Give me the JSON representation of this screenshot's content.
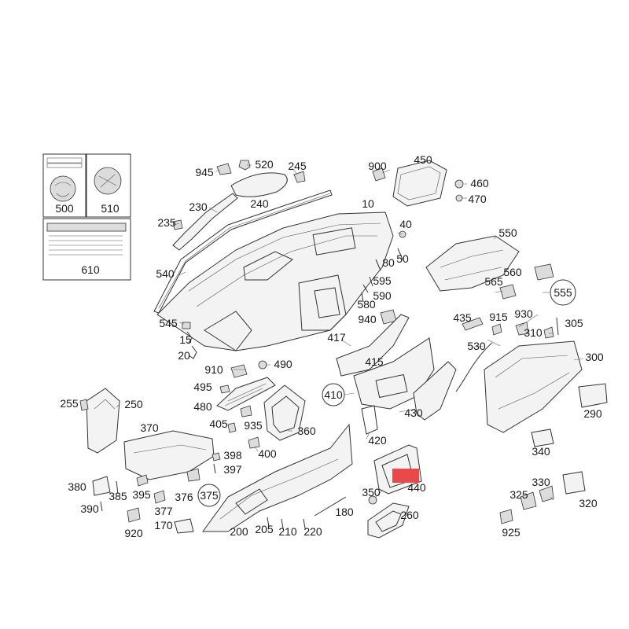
{
  "callouts": [
    {
      "id": "500",
      "text": "500"
    },
    {
      "id": "510",
      "text": "510"
    },
    {
      "id": "610",
      "text": "610"
    },
    {
      "id": "945",
      "text": "945"
    },
    {
      "id": "520",
      "text": "520"
    },
    {
      "id": "245",
      "text": "245"
    },
    {
      "id": "230",
      "text": "230"
    },
    {
      "id": "240",
      "text": "240"
    },
    {
      "id": "235",
      "text": "235"
    },
    {
      "id": "900",
      "text": "900"
    },
    {
      "id": "450",
      "text": "450"
    },
    {
      "id": "460",
      "text": "460"
    },
    {
      "id": "470",
      "text": "470"
    },
    {
      "id": "10",
      "text": "10"
    },
    {
      "id": "40",
      "text": "40"
    },
    {
      "id": "550",
      "text": "550"
    },
    {
      "id": "50",
      "text": "50"
    },
    {
      "id": "540",
      "text": "540"
    },
    {
      "id": "80",
      "text": "80"
    },
    {
      "id": "595",
      "text": "595"
    },
    {
      "id": "560",
      "text": "560"
    },
    {
      "id": "565",
      "text": "565"
    },
    {
      "id": "555",
      "text": "555"
    },
    {
      "id": "590",
      "text": "590"
    },
    {
      "id": "580",
      "text": "580"
    },
    {
      "id": "545",
      "text": "545"
    },
    {
      "id": "940",
      "text": "940"
    },
    {
      "id": "435",
      "text": "435"
    },
    {
      "id": "915",
      "text": "915"
    },
    {
      "id": "930",
      "text": "930"
    },
    {
      "id": "305",
      "text": "305"
    },
    {
      "id": "15",
      "text": "15"
    },
    {
      "id": "417",
      "text": "417"
    },
    {
      "id": "310",
      "text": "310"
    },
    {
      "id": "530",
      "text": "530"
    },
    {
      "id": "20",
      "text": "20"
    },
    {
      "id": "300",
      "text": "300"
    },
    {
      "id": "415",
      "text": "415"
    },
    {
      "id": "910",
      "text": "910"
    },
    {
      "id": "490",
      "text": "490"
    },
    {
      "id": "495",
      "text": "495"
    },
    {
      "id": "410",
      "text": "410"
    },
    {
      "id": "255",
      "text": "255"
    },
    {
      "id": "250",
      "text": "250"
    },
    {
      "id": "480",
      "text": "480"
    },
    {
      "id": "430",
      "text": "430"
    },
    {
      "id": "290",
      "text": "290"
    },
    {
      "id": "405",
      "text": "405"
    },
    {
      "id": "935",
      "text": "935"
    },
    {
      "id": "370",
      "text": "370"
    },
    {
      "id": "360",
      "text": "360"
    },
    {
      "id": "420",
      "text": "420"
    },
    {
      "id": "400",
      "text": "400"
    },
    {
      "id": "398",
      "text": "398"
    },
    {
      "id": "397",
      "text": "397"
    },
    {
      "id": "340",
      "text": "340"
    },
    {
      "id": "440",
      "text": "440"
    },
    {
      "id": "380",
      "text": "380"
    },
    {
      "id": "385",
      "text": "385"
    },
    {
      "id": "395",
      "text": "395"
    },
    {
      "id": "376",
      "text": "376"
    },
    {
      "id": "375",
      "text": "375"
    },
    {
      "id": "350",
      "text": "350"
    },
    {
      "id": "330",
      "text": "330"
    },
    {
      "id": "325",
      "text": "325"
    },
    {
      "id": "320",
      "text": "320"
    },
    {
      "id": "390",
      "text": "390"
    },
    {
      "id": "377",
      "text": "377"
    },
    {
      "id": "180",
      "text": "180"
    },
    {
      "id": "260",
      "text": "260"
    },
    {
      "id": "170",
      "text": "170"
    },
    {
      "id": "920",
      "text": "920"
    },
    {
      "id": "200",
      "text": "200"
    },
    {
      "id": "205",
      "text": "205"
    },
    {
      "id": "210",
      "text": "210"
    },
    {
      "id": "220",
      "text": "220"
    },
    {
      "id": "925",
      "text": "925"
    }
  ],
  "highlight": {
    "part": "440",
    "color": "#e84a4a"
  }
}
